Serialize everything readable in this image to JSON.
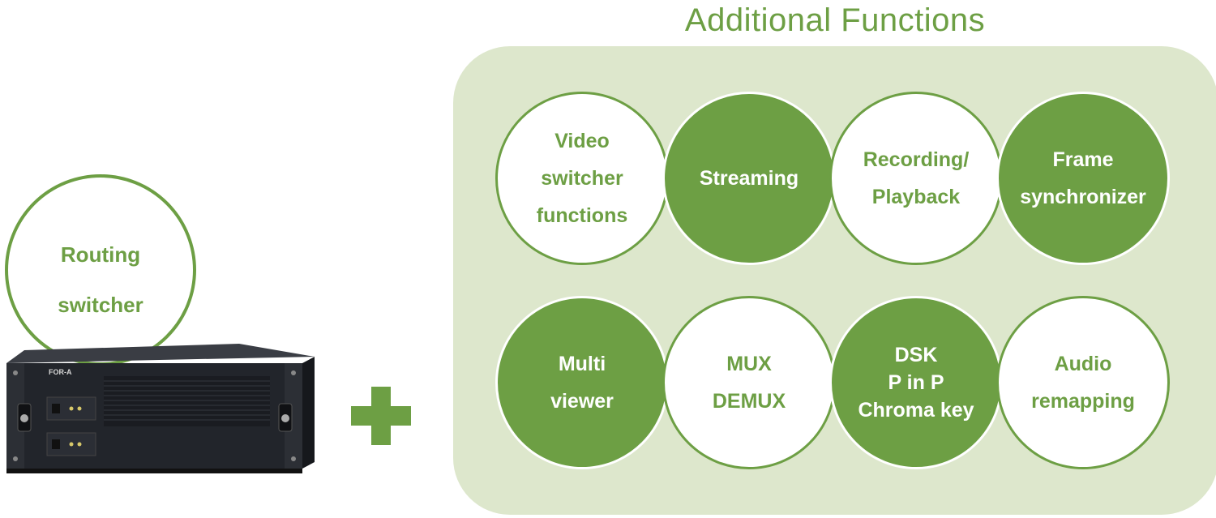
{
  "title": "Additional Functions",
  "routing": {
    "lines": [
      "Routing",
      "switcher"
    ]
  },
  "device": {
    "brand": "FOR-A"
  },
  "functions": [
    {
      "lines": [
        "Video",
        "switcher",
        "functions"
      ],
      "style": "light"
    },
    {
      "lines": [
        "Streaming"
      ],
      "style": "dark"
    },
    {
      "lines": [
        "Recording/",
        "Playback"
      ],
      "style": "light"
    },
    {
      "lines": [
        "Frame",
        "synchronizer"
      ],
      "style": "dark"
    },
    {
      "lines": [
        "Multi",
        "viewer"
      ],
      "style": "dark"
    },
    {
      "lines": [
        "MUX",
        "DEMUX"
      ],
      "style": "light"
    },
    {
      "lines": [
        "DSK",
        "P in P",
        "Chroma key"
      ],
      "style": "dark"
    },
    {
      "lines": [
        "Audio",
        "remapping"
      ],
      "style": "light"
    }
  ],
  "colors": {
    "green": "#6d9f44",
    "panel": "#dde7cc",
    "device": "#2a2d33"
  },
  "plus_icon": "plus-icon"
}
